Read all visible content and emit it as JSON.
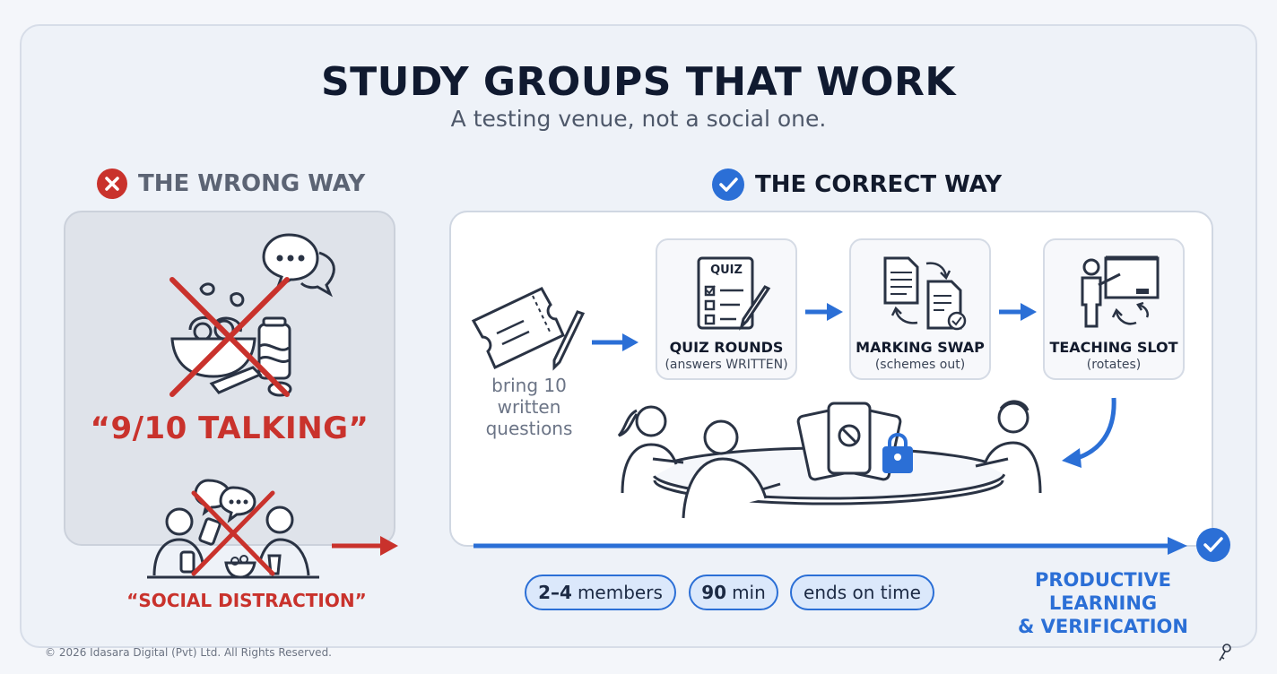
{
  "title": "STUDY GROUPS THAT WORK",
  "subtitle": "A testing venue, not a social one.",
  "wrong": {
    "heading": "THE WRONG WAY",
    "quote_talking": "“9/10 TALKING”",
    "quote_social": "“SOCIAL DISTRACTION”"
  },
  "correct": {
    "heading": "THE CORRECT WAY",
    "bring_text": [
      "bring 10",
      "written",
      "questions"
    ],
    "steps": [
      {
        "title": "QUIZ ROUNDS",
        "sub": "(answers WRITTEN)",
        "icon_label": "QUIZ"
      },
      {
        "title": "MARKING SWAP",
        "sub": "(schemes out)"
      },
      {
        "title": "TEACHING SLOT",
        "sub": "(rotates)"
      }
    ],
    "pills": [
      {
        "bold": "2–4",
        "rest": "members"
      },
      {
        "bold": "90",
        "rest": "min"
      },
      {
        "bold": "",
        "rest": "ends on time"
      }
    ],
    "result": [
      "PRODUCTIVE LEARNING",
      "& VERIFICATION"
    ]
  },
  "colors": {
    "red": "#c9322c",
    "blue": "#2b6fd6",
    "ink": "#2a3344"
  },
  "icons": [
    "x-circle-icon",
    "check-circle-icon",
    "speech-bubble-icon",
    "snack-bowl-icon",
    "soda-can-icon",
    "ticket-icon",
    "pencil-icon",
    "quiz-sheet-icon",
    "swap-documents-icon",
    "teacher-board-icon",
    "phone-ban-icon",
    "lock-icon",
    "seal-icon"
  ],
  "copyright": "© 2026 Idasara Digital (Pvt) Ltd. All Rights Reserved."
}
